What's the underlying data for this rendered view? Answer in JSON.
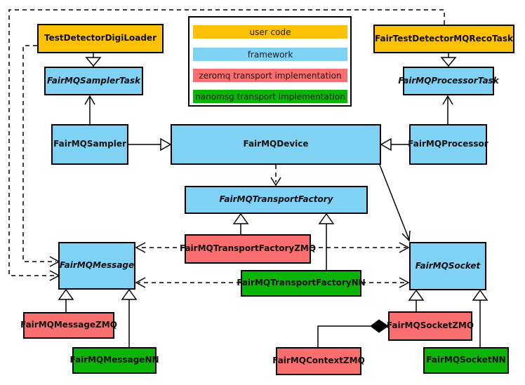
{
  "diagram_type": "uml-class-diagram",
  "background_color": "#FFFFFF",
  "legend": {
    "items": [
      {
        "label": "user code",
        "color": "#FCC107"
      },
      {
        "label": "framework",
        "color": "#7FD2F4"
      },
      {
        "label": "zeromq transport implementation",
        "color": "#F96E6E"
      },
      {
        "label": "nanomsg transport implementation",
        "color": "#0DB408"
      }
    ]
  },
  "nodes": {
    "testDetectorDigiLoader": {
      "label": "TestDetectorDigiLoader",
      "category": "user code",
      "abstract": false
    },
    "fairTestDetectorMQRecoTask": {
      "label": "FairTestDetectorMQRecoTask",
      "category": "user code",
      "abstract": false
    },
    "fairMQSamplerTask": {
      "label": "FairMQSamplerTask",
      "category": "framework",
      "abstract": true
    },
    "fairMQProcessorTask": {
      "label": "FairMQProcessorTask",
      "category": "framework",
      "abstract": true
    },
    "fairMQSampler": {
      "label": "FairMQSampler",
      "category": "framework",
      "abstract": false
    },
    "fairMQDevice": {
      "label": "FairMQDevice",
      "category": "framework",
      "abstract": false
    },
    "fairMQProcessor": {
      "label": "FairMQProcessor",
      "category": "framework",
      "abstract": false
    },
    "fairMQTransportFactory": {
      "label": "FairMQTransportFactory",
      "category": "framework",
      "abstract": true
    },
    "fairMQTransportFactoryZMQ": {
      "label": "FairMQTransportFactoryZMQ",
      "category": "zeromq transport implementation",
      "abstract": false
    },
    "fairMQTransportFactoryNN": {
      "label": "FairMQTransportFactoryNN",
      "category": "nanomsg transport implementation",
      "abstract": false
    },
    "fairMQMessage": {
      "label": "FairMQMessage",
      "category": "framework",
      "abstract": true
    },
    "fairMQSocket": {
      "label": "FairMQSocket",
      "category": "framework",
      "abstract": true
    },
    "fairMQMessageZMQ": {
      "label": "FairMQMessageZMQ",
      "category": "zeromq transport implementation",
      "abstract": false
    },
    "fairMQMessageNN": {
      "label": "FairMQMessageNN",
      "category": "nanomsg transport implementation",
      "abstract": false
    },
    "fairMQContextZMQ": {
      "label": "FairMQContextZMQ",
      "category": "zeromq transport implementation",
      "abstract": false
    },
    "fairMQSocketZMQ": {
      "label": "FairMQSocketZMQ",
      "category": "zeromq transport implementation",
      "abstract": false
    },
    "fairMQSocketNN": {
      "label": "FairMQSocketNN",
      "category": "nanomsg transport implementation",
      "abstract": false
    }
  },
  "edges": [
    {
      "from": "TestDetectorDigiLoader",
      "to": "FairMQSamplerTask",
      "type": "generalization",
      "style": "solid"
    },
    {
      "from": "FairTestDetectorMQRecoTask",
      "to": "FairMQProcessorTask",
      "type": "generalization",
      "style": "solid"
    },
    {
      "from": "FairMQSampler",
      "to": "FairMQSamplerTask",
      "type": "association",
      "style": "solid"
    },
    {
      "from": "FairMQProcessor",
      "to": "FairMQProcessorTask",
      "type": "association",
      "style": "solid"
    },
    {
      "from": "FairMQSampler",
      "to": "FairMQDevice",
      "type": "generalization",
      "style": "solid"
    },
    {
      "from": "FairMQProcessor",
      "to": "FairMQDevice",
      "type": "generalization",
      "style": "solid"
    },
    {
      "from": "FairMQDevice",
      "to": "FairMQTransportFactory",
      "type": "dependency",
      "style": "dashed"
    },
    {
      "from": "FairMQDevice",
      "to": "FairMQSocket",
      "type": "association",
      "style": "solid"
    },
    {
      "from": "FairMQTransportFactoryZMQ",
      "to": "FairMQTransportFactory",
      "type": "generalization",
      "style": "solid"
    },
    {
      "from": "FairMQTransportFactoryNN",
      "to": "FairMQTransportFactory",
      "type": "generalization",
      "style": "solid"
    },
    {
      "from": "FairMQTransportFactoryZMQ",
      "to": "FairMQMessage",
      "type": "dependency",
      "style": "dashed"
    },
    {
      "from": "FairMQTransportFactoryZMQ",
      "to": "FairMQSocket",
      "type": "dependency",
      "style": "dashed"
    },
    {
      "from": "FairMQTransportFactoryNN",
      "to": "FairMQMessage",
      "type": "dependency",
      "style": "dashed"
    },
    {
      "from": "FairMQTransportFactoryNN",
      "to": "FairMQSocket",
      "type": "dependency",
      "style": "dashed"
    },
    {
      "from": "TestDetectorDigiLoader",
      "to": "FairMQMessage",
      "type": "dependency",
      "style": "dashed"
    },
    {
      "from": "FairTestDetectorMQRecoTask",
      "to": "FairMQMessage",
      "type": "dependency",
      "style": "dashed"
    },
    {
      "from": "FairMQMessageZMQ",
      "to": "FairMQMessage",
      "type": "generalization",
      "style": "solid"
    },
    {
      "from": "FairMQMessageNN",
      "to": "FairMQMessage",
      "type": "generalization",
      "style": "solid"
    },
    {
      "from": "FairMQSocketZMQ",
      "to": "FairMQSocket",
      "type": "generalization",
      "style": "solid"
    },
    {
      "from": "FairMQSocketNN",
      "to": "FairMQSocket",
      "type": "generalization",
      "style": "solid"
    },
    {
      "from": "FairMQContextZMQ",
      "to": "FairMQSocketZMQ",
      "type": "composition",
      "style": "solid"
    }
  ]
}
